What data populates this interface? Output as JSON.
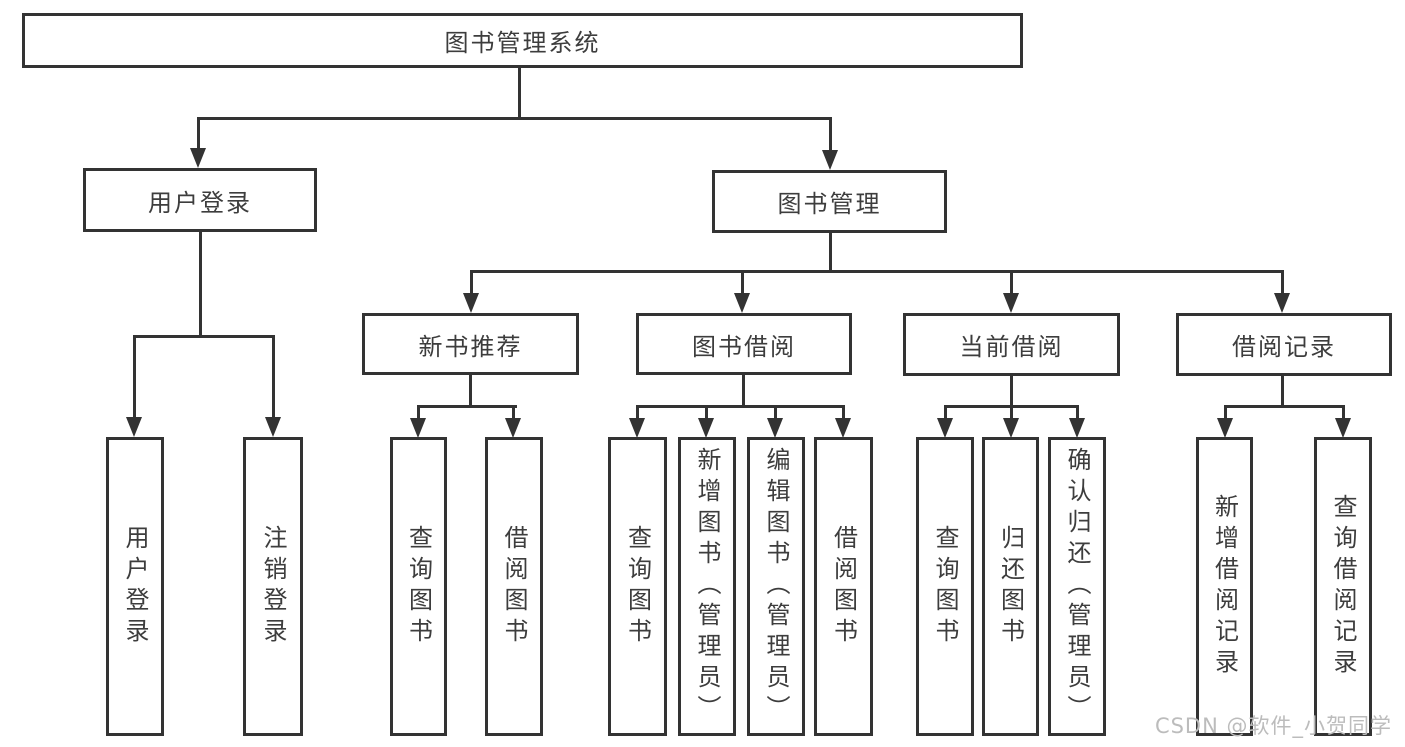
{
  "diagram_title": "图书管理系统",
  "nodes": {
    "root": "图书管理系统",
    "level2": {
      "user_login": "用户登录",
      "book_mgmt": "图书管理"
    },
    "level3": {
      "new_books": "新书推荐",
      "borrow": "图书借阅",
      "current": "当前借阅",
      "records": "借阅记录"
    },
    "leaves": {
      "user_login": [
        "用户登录",
        "注销登录"
      ],
      "new_books": [
        "查询图书",
        "借阅图书"
      ],
      "borrow": [
        "查询图书",
        "新增图书（管理员）",
        "编辑图书（管理员）",
        "借阅图书"
      ],
      "current": [
        "查询图书",
        "归还图书",
        "确认归还（管理员）"
      ],
      "records": [
        "新增借阅记录",
        "查询借阅记录"
      ]
    }
  },
  "watermark": "CSDN @软件_小贺同学",
  "colors": {
    "line": "#333333",
    "text": "#3d3d3d",
    "box_background": "#ffffff",
    "watermark": "#bcbcbc"
  }
}
